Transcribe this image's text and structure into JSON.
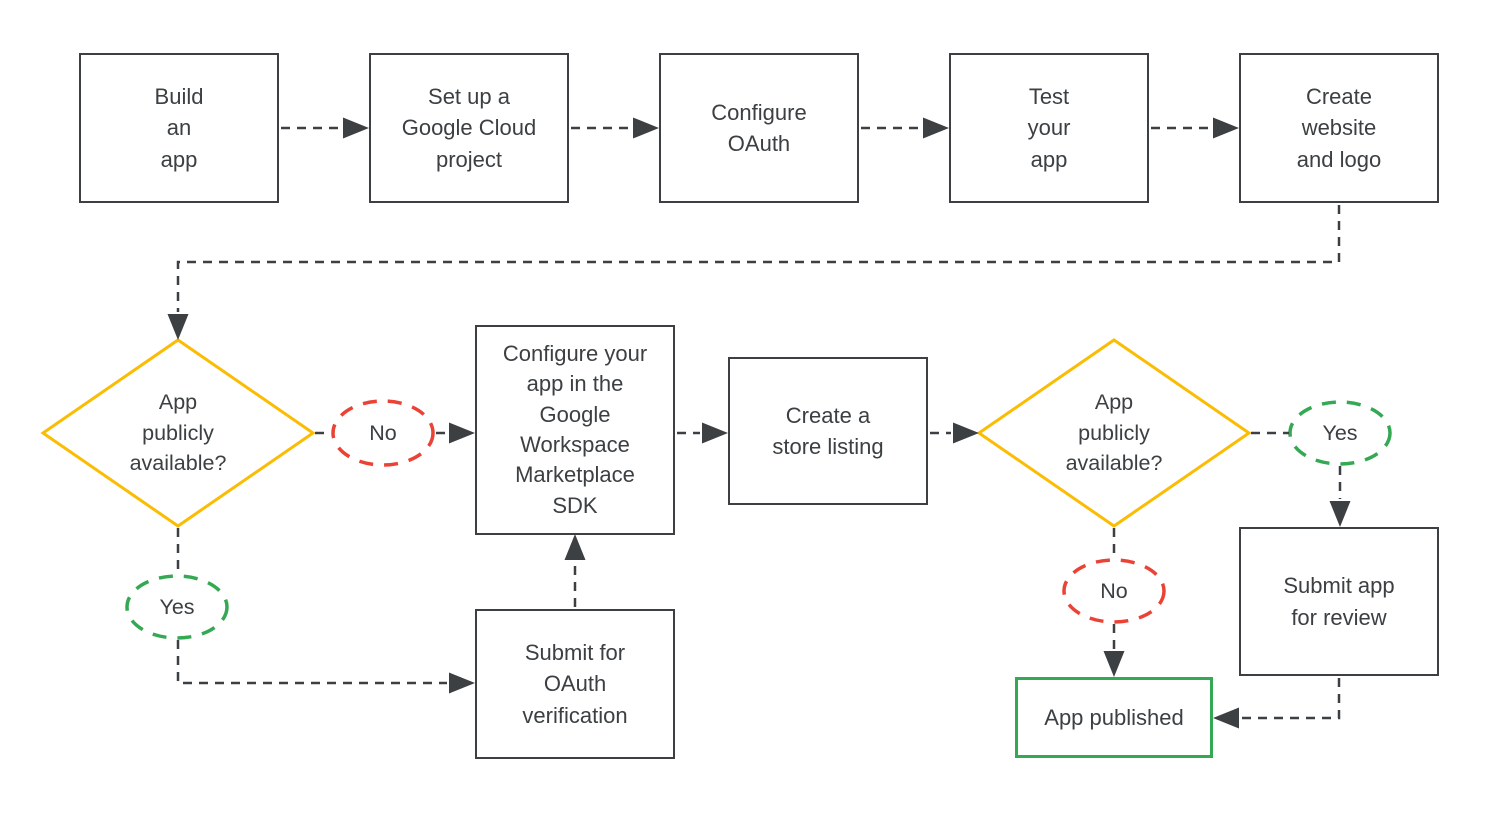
{
  "colors": {
    "outline_gray": "#3c4043",
    "text_gray": "#3c4043",
    "decision_yellow": "#FBBC04",
    "no_red": "#EA4335",
    "yes_green": "#34A853",
    "published_green": "#34A853",
    "background": "#ffffff"
  },
  "flow": {
    "top_row": [
      {
        "label": "Build\nan\napp"
      },
      {
        "label": "Set up a\nGoogle Cloud\nproject"
      },
      {
        "label": "Configure\nOAuth"
      },
      {
        "label": "Test\nyour\napp"
      },
      {
        "label": "Create\nwebsite\nand logo"
      }
    ],
    "decision_1": {
      "label": "App\npublicly\navailable?",
      "no": "No",
      "yes": "Yes"
    },
    "sdk": {
      "label": "Configure your\napp in the\nGoogle\nWorkspace\nMarketplace\nSDK"
    },
    "store_listing": {
      "label": "Create a\nstore listing"
    },
    "decision_2": {
      "label": "App\npublicly\navailable?",
      "yes": "Yes",
      "no": "No"
    },
    "submit_review": {
      "label": "Submit app\nfor review"
    },
    "submit_oauth": {
      "label": "Submit for\nOAuth\nverification"
    },
    "app_published": {
      "label": "App published"
    }
  }
}
